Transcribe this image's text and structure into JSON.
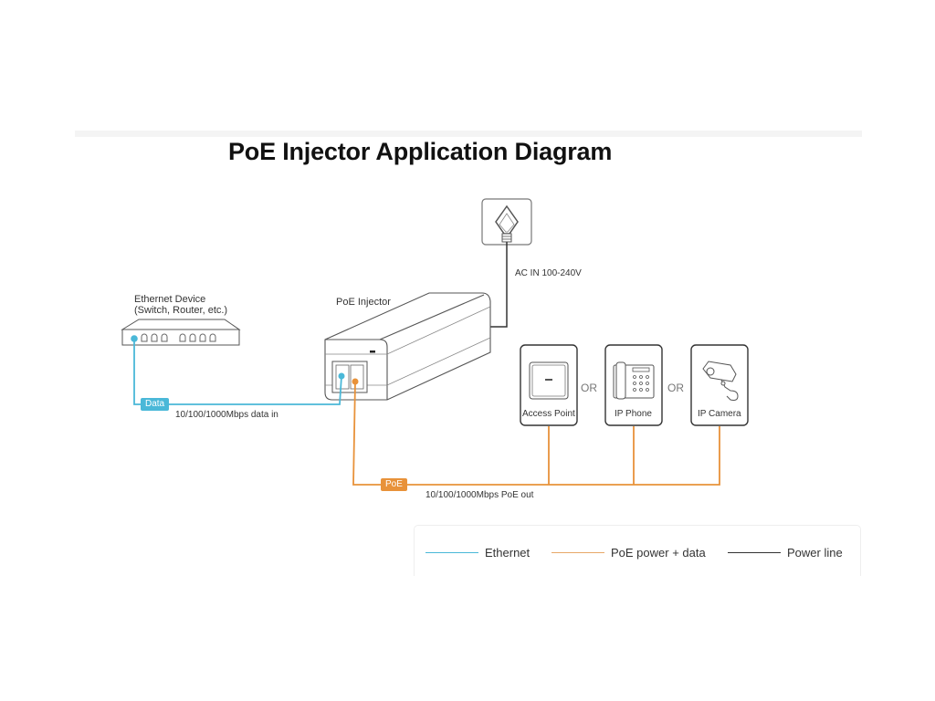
{
  "title": "PoE Injector Application Diagram",
  "colors": {
    "ethernet": "#4ab8d8",
    "poe": "#e8923a",
    "power": "#333333",
    "device_stroke": "#555555"
  },
  "nodes": {
    "ethernet_device": {
      "label_line1": "Ethernet Device",
      "label_line2": "(Switch, Router, etc.)"
    },
    "poe_injector": {
      "label": "PoE Injector"
    },
    "power_outlet": {
      "label": "AC IN 100-240V"
    },
    "access_point": {
      "label": "Access Point"
    },
    "ip_phone": {
      "label": "IP Phone"
    },
    "ip_camera": {
      "label": "IP Camera"
    }
  },
  "separators": [
    "OR",
    "OR"
  ],
  "connections": {
    "data_in": {
      "badge": "Data",
      "label": "10/100/1000Mbps data in"
    },
    "poe_out": {
      "badge": "PoE",
      "label": "10/100/1000Mbps PoE out"
    }
  },
  "legend": [
    {
      "label": "Ethernet",
      "color_key": "ethernet"
    },
    {
      "label": "PoE power + data",
      "color_key": "poe"
    },
    {
      "label": "Power line",
      "color_key": "power"
    }
  ]
}
